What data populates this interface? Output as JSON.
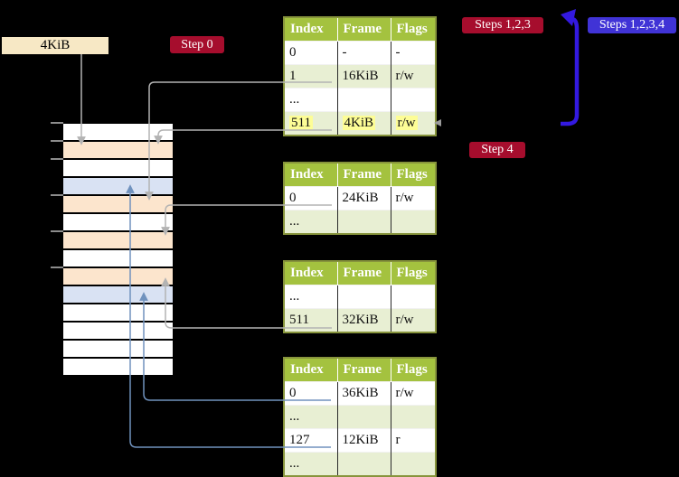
{
  "labels": {
    "frame_box": "4KiB"
  },
  "badges": {
    "step0": "Step 0",
    "steps123": "Steps 1,2,3",
    "steps1234": "Steps 1,2,3,4",
    "step4": "Step 4"
  },
  "memory": {
    "row_types": [
      "free",
      "table",
      "free",
      "page",
      "table",
      "free",
      "table",
      "free",
      "table",
      "page",
      "free",
      "free",
      "free",
      "free"
    ],
    "ticks": [
      135,
      155,
      175,
      215,
      255,
      295
    ]
  },
  "tables": [
    {
      "headers": [
        "Index",
        "Frame",
        "Flags"
      ],
      "rows": [
        {
          "cells": [
            "0",
            "-",
            "-"
          ],
          "shade": false,
          "highlight": false
        },
        {
          "cells": [
            "1",
            "16KiB",
            "r/w"
          ],
          "shade": true,
          "highlight": false
        },
        {
          "cells": [
            "...",
            "",
            ""
          ],
          "shade": false,
          "highlight": false
        },
        {
          "cells": [
            "511",
            "4KiB",
            "r/w"
          ],
          "shade": true,
          "highlight": true
        }
      ]
    },
    {
      "headers": [
        "Index",
        "Frame",
        "Flags"
      ],
      "rows": [
        {
          "cells": [
            "0",
            "24KiB",
            "r/w"
          ],
          "shade": false,
          "highlight": false
        },
        {
          "cells": [
            "...",
            "",
            ""
          ],
          "shade": true,
          "highlight": false
        }
      ]
    },
    {
      "headers": [
        "Index",
        "Frame",
        "Flags"
      ],
      "rows": [
        {
          "cells": [
            "...",
            "",
            ""
          ],
          "shade": false,
          "highlight": false
        },
        {
          "cells": [
            "511",
            "32KiB",
            "r/w"
          ],
          "shade": true,
          "highlight": false
        }
      ]
    },
    {
      "headers": [
        "Index",
        "Frame",
        "Flags"
      ],
      "rows": [
        {
          "cells": [
            "0",
            "36KiB",
            "r/w"
          ],
          "shade": false,
          "highlight": false
        },
        {
          "cells": [
            "...",
            "",
            ""
          ],
          "shade": true,
          "highlight": false
        },
        {
          "cells": [
            "127",
            "12KiB",
            "r"
          ],
          "shade": false,
          "highlight": false
        },
        {
          "cells": [
            "...",
            "",
            ""
          ],
          "shade": true,
          "highlight": false
        }
      ]
    }
  ],
  "colors": {
    "badge_red": "#a60d2d",
    "badge_blue": "#4033d6",
    "arrow_blue": "#3319e0",
    "header_green": "#a4c23f",
    "row_green": "#e8efd3",
    "table_orange": "#fce5cd",
    "page_blue": "#d9e2f3",
    "highlight_yellow": "#fdfd96",
    "connector_gray": "#b3b3b3",
    "connector_blue": "#7092be"
  }
}
